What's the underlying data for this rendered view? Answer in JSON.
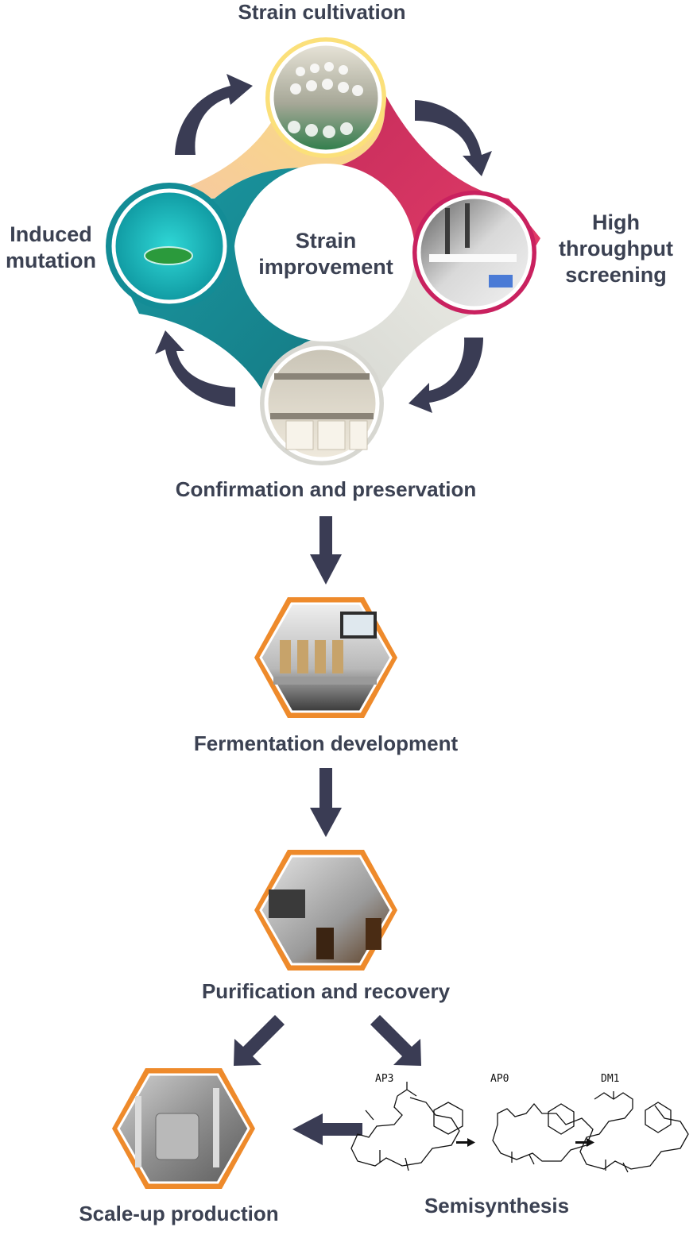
{
  "cycle": {
    "center_line1": "Strain",
    "center_line2": "improvement",
    "stages": {
      "top": "Strain cultivation",
      "right_line1": "High",
      "right_line2": "throughput",
      "right_line3": "screening",
      "bottom": "Confirmation and preservation",
      "left_line1": "Induced",
      "left_line2": "mutation"
    }
  },
  "flow": {
    "fermentation": "Fermentation development",
    "purification": "Purification and recovery",
    "scaleup": "Scale-up production",
    "semisynthesis": "Semisynthesis",
    "molecules": [
      "AP3",
      "AP0",
      "DM1"
    ]
  },
  "colors": {
    "arrow": "#3a3c54",
    "text": "#3b4152",
    "hex_border": "#ee8a2b",
    "yellow": "#fbe07a",
    "magenta": "#d8286a",
    "teal": "#1295a0",
    "grey": "#d9d9d4"
  }
}
